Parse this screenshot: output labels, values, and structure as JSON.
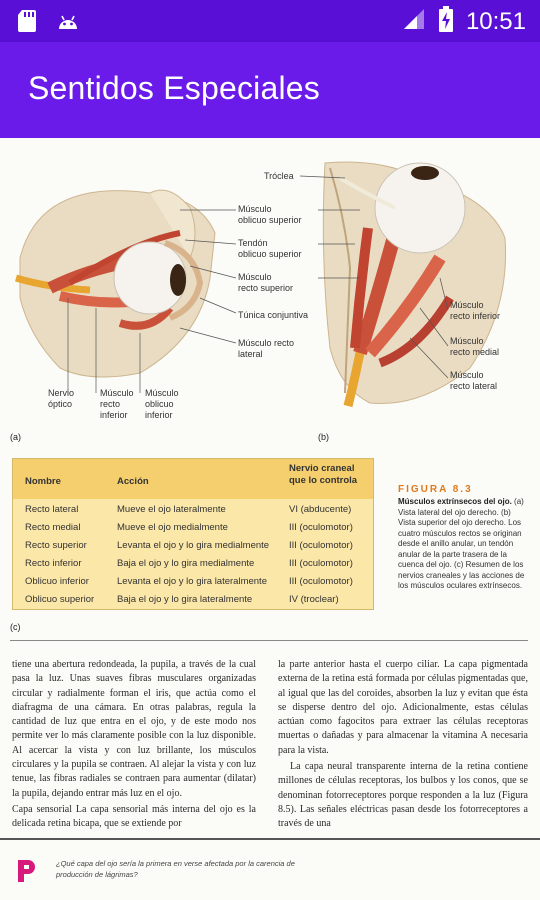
{
  "status_bar": {
    "time": "10:51",
    "icons": [
      "sd-card-icon",
      "android-icon",
      "signal-icon",
      "battery-charging-icon"
    ]
  },
  "app_bar": {
    "title": "Sentidos Especiales"
  },
  "figure": {
    "labels_a": {
      "nervio": "Nervio\nóptico",
      "recto_inferior": "Músculo\nrecto\ninferior",
      "oblicuo_inferior": "Músculo\noblicuo\ninferior",
      "oblicuo_superior": "Músculo\noblicuo superior",
      "tendon": "Tendón\noblicuo superior",
      "recto_superior": "Músculo\nrecto superior",
      "tunica": "Túnica conjuntiva",
      "recto_lateral": "Músculo recto\nlateral"
    },
    "labels_b": {
      "troclea": "Tróclea",
      "recto_inferior": "Músculo\nrecto inferior",
      "recto_medial": "Músculo\nrecto medial",
      "recto_lateral": "Músculo\nrecto lateral"
    },
    "panel_a": "(a)",
    "panel_b": "(b)",
    "panel_c": "(c)"
  },
  "table": {
    "headers": {
      "nombre": "Nombre",
      "accion": "Acción",
      "nervio": "Nervio craneal\nque lo controla"
    },
    "rows": [
      {
        "nombre": "Recto lateral",
        "accion": "Mueve el ojo lateralmente",
        "nervio": "VI (abducente)"
      },
      {
        "nombre": "Recto medial",
        "accion": "Mueve el ojo medialmente",
        "nervio": "III (oculomotor)"
      },
      {
        "nombre": "Recto superior",
        "accion": "Levanta el ojo y lo gira medialmente",
        "nervio": "III (oculomotor)"
      },
      {
        "nombre": "Recto inferior",
        "accion": "Baja el ojo y lo gira medialmente",
        "nervio": "III (oculomotor)"
      },
      {
        "nombre": "Oblicuo inferior",
        "accion": "Levanta el ojo y lo gira lateralmente",
        "nervio": "III (oculomotor)"
      },
      {
        "nombre": "Oblicuo superior",
        "accion": "Baja el ojo y lo gira lateralmente",
        "nervio": "IV (troclear)"
      }
    ]
  },
  "caption": {
    "figure": "FIGURA 8.3",
    "title": "Músculos extrínsecos del ojo.",
    "body": "(a) Vista lateral del ojo derecho. (b) Vista superior del ojo derecho. Los cuatro músculos rectos se originan desde el anillo anular, un tendón anular de la parte trasera de la cuenca del ojo. (c) Resumen de los nervios craneales y las acciones de los músculos oculares extrínsecos."
  },
  "text": {
    "left_col": [
      "tiene una abertura redondeada, la pupila, a través de la cual pasa la luz. Unas suaves fibras musculares organizadas circular y radialmente forman el iris, que actúa como el diafragma de una cámara. En otras palabras, regula la cantidad de luz que entra en el ojo, y de este modo nos permite ver lo más claramente posible con la luz disponible. Al acercar la vista y con luz brillante, los músculos circulares y la pupila se contraen. Al alejar la vista y con luz tenue, las fibras radiales se contraen para aumentar (dilatar) la pupila, dejando entrar más luz en el ojo.",
      "Capa sensorial  La capa sensorial más interna del ojo es la delicada retina bicapa, que se extiende por"
    ],
    "right_col": [
      "la parte anterior hasta el cuerpo ciliar. La capa pigmentada externa de la retina está formada por células pigmentadas que, al igual que las del coroides, absorben la luz y evitan que ésta se disperse dentro del ojo. Adicionalmente, estas células actúan como fagocitos para extraer las células receptoras muertas o dañadas y para almacenar la vitamina A necesaria para la vista.",
      "La capa neural transparente interna de la retina contiene millones de células receptoras, los bulbos y los conos, que se denominan fotorreceptores porque responden a la luz (Figura 8.5). Las señales eléctricas pasan desde los fotorreceptores a través de una"
    ]
  },
  "footer": {
    "question": "¿Qué capa del ojo sería la primera en verse afectada por la carencia de producción de lágrimas?"
  }
}
